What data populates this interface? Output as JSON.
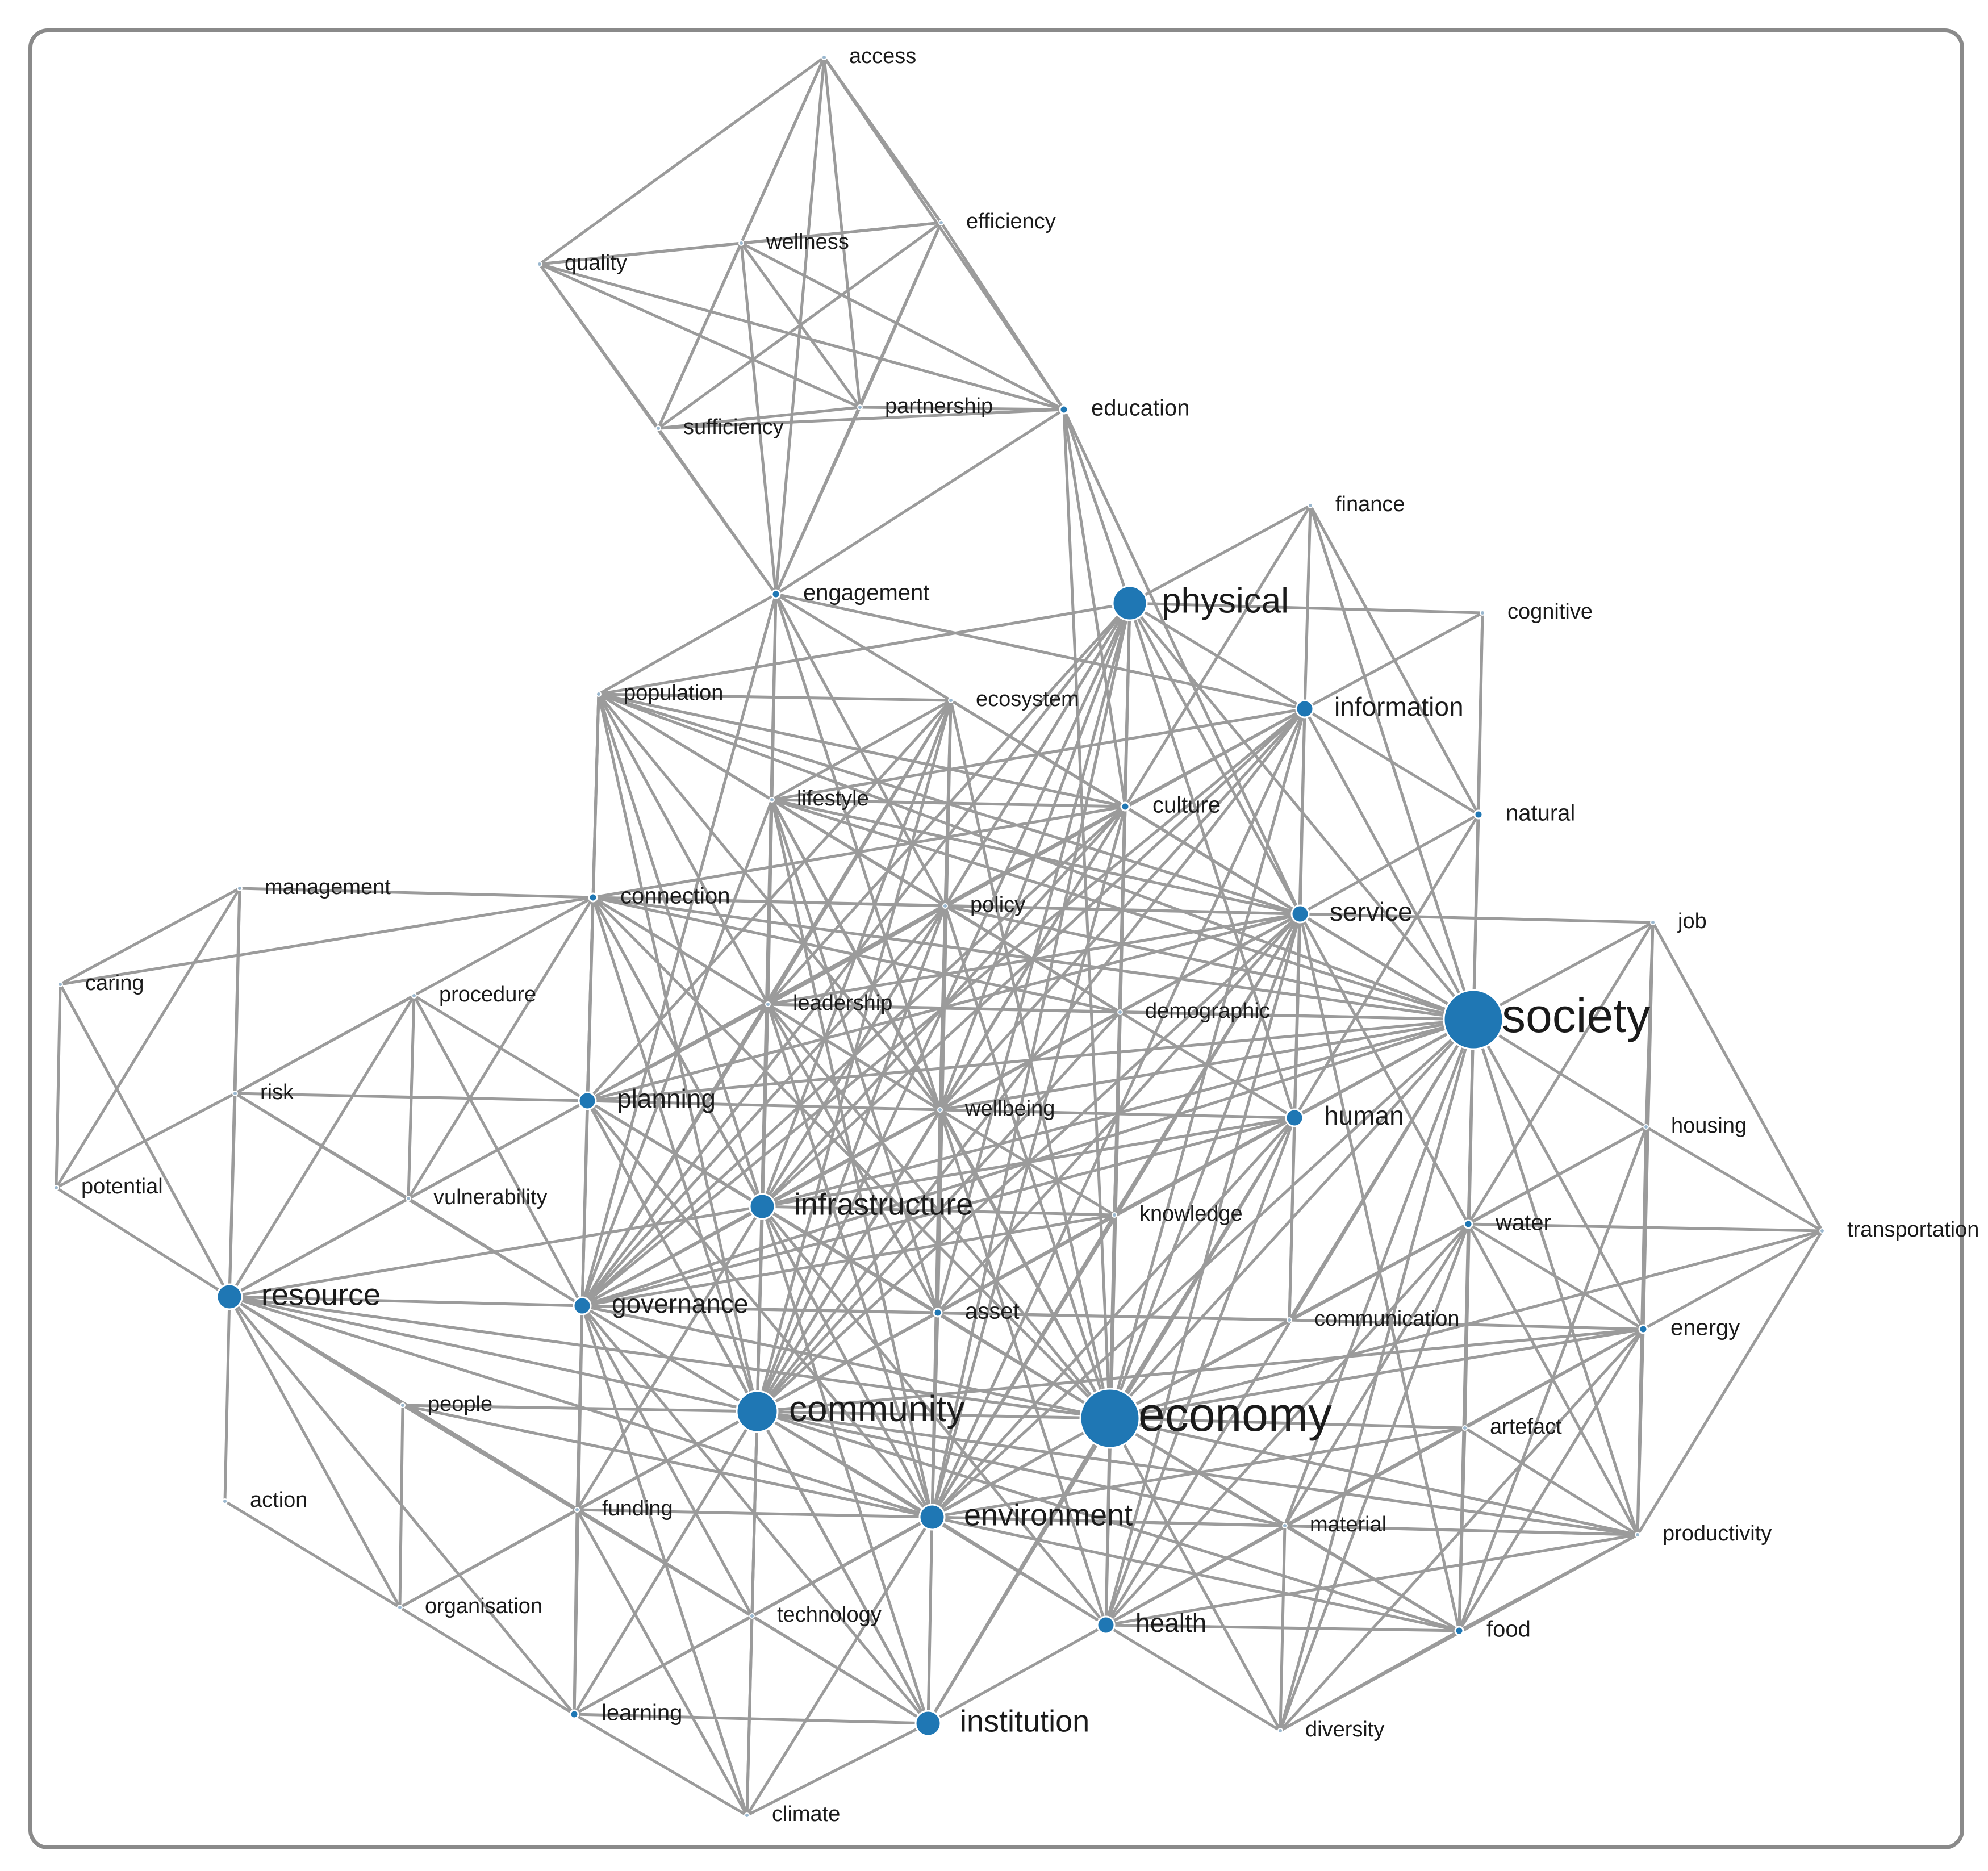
{
  "nodes": [
    {
      "id": "access",
      "label": "access",
      "size": 0
    },
    {
      "id": "efficiency",
      "label": "efficiency",
      "size": 0
    },
    {
      "id": "quality",
      "label": "quality",
      "size": 0
    },
    {
      "id": "wellness",
      "label": "wellness",
      "size": 0
    },
    {
      "id": "sufficiency",
      "label": "sufficiency",
      "size": 0
    },
    {
      "id": "partnership",
      "label": "partnership",
      "size": 0
    },
    {
      "id": "education",
      "label": "education",
      "size": 1
    },
    {
      "id": "engagement",
      "label": "engagement",
      "size": 1
    },
    {
      "id": "finance",
      "label": "finance",
      "size": 0
    },
    {
      "id": "cognitive",
      "label": "cognitive",
      "size": 0
    },
    {
      "id": "physical",
      "label": "physical",
      "size": 4
    },
    {
      "id": "information",
      "label": "information",
      "size": 2
    },
    {
      "id": "natural",
      "label": "natural",
      "size": 1
    },
    {
      "id": "population",
      "label": "population",
      "size": 0
    },
    {
      "id": "ecosystem",
      "label": "ecosystem",
      "size": 0
    },
    {
      "id": "lifestyle",
      "label": "lifestyle",
      "size": 0
    },
    {
      "id": "culture",
      "label": "culture",
      "size": 1
    },
    {
      "id": "management",
      "label": "management",
      "size": 0
    },
    {
      "id": "connection",
      "label": "connection",
      "size": 1
    },
    {
      "id": "policy",
      "label": "policy",
      "size": 0
    },
    {
      "id": "service",
      "label": "service",
      "size": 2
    },
    {
      "id": "job",
      "label": "job",
      "size": 0
    },
    {
      "id": "caring",
      "label": "caring",
      "size": 0
    },
    {
      "id": "procedure",
      "label": "procedure",
      "size": 0
    },
    {
      "id": "leadership",
      "label": "leadership",
      "size": 0
    },
    {
      "id": "demographic",
      "label": "demographic",
      "size": 0
    },
    {
      "id": "society",
      "label": "society",
      "size": 6
    },
    {
      "id": "risk",
      "label": "risk",
      "size": 0
    },
    {
      "id": "planning",
      "label": "planning",
      "size": 2
    },
    {
      "id": "wellbeing",
      "label": "wellbeing",
      "size": 0
    },
    {
      "id": "human",
      "label": "human",
      "size": 2
    },
    {
      "id": "housing",
      "label": "housing",
      "size": 0
    },
    {
      "id": "potential",
      "label": "potential",
      "size": 0
    },
    {
      "id": "vulnerability",
      "label": "vulnerability",
      "size": 0
    },
    {
      "id": "infrastructure",
      "label": "infrastructure",
      "size": 3
    },
    {
      "id": "knowledge",
      "label": "knowledge",
      "size": 0
    },
    {
      "id": "water",
      "label": "water",
      "size": 1
    },
    {
      "id": "transportation",
      "label": "transportation",
      "size": 0
    },
    {
      "id": "resource",
      "label": "resource",
      "size": 3
    },
    {
      "id": "governance",
      "label": "governance",
      "size": 2
    },
    {
      "id": "asset",
      "label": "asset",
      "size": 1
    },
    {
      "id": "communication",
      "label": "communication",
      "size": 0
    },
    {
      "id": "energy",
      "label": "energy",
      "size": 1
    },
    {
      "id": "people",
      "label": "people",
      "size": 0
    },
    {
      "id": "community",
      "label": "community",
      "size": 5
    },
    {
      "id": "economy",
      "label": "economy",
      "size": 6
    },
    {
      "id": "artefact",
      "label": "artefact",
      "size": 0
    },
    {
      "id": "action",
      "label": "action",
      "size": 0
    },
    {
      "id": "funding",
      "label": "funding",
      "size": 0
    },
    {
      "id": "environment",
      "label": "environment",
      "size": 3
    },
    {
      "id": "material",
      "label": "material",
      "size": 0
    },
    {
      "id": "productivity",
      "label": "productivity",
      "size": 0
    },
    {
      "id": "organisation",
      "label": "organisation",
      "size": 0
    },
    {
      "id": "technology",
      "label": "technology",
      "size": 0
    },
    {
      "id": "health",
      "label": "health",
      "size": 2
    },
    {
      "id": "food",
      "label": "food",
      "size": 1
    },
    {
      "id": "learning",
      "label": "learning",
      "size": 1
    },
    {
      "id": "institution",
      "label": "institution",
      "size": 3
    },
    {
      "id": "diversity",
      "label": "diversity",
      "size": 0
    },
    {
      "id": "climate",
      "label": "climate",
      "size": 0
    }
  ],
  "colors": {
    "edge": "#9b9b9b",
    "node": "#1f77b4",
    "frame": "#8a8a8a"
  }
}
